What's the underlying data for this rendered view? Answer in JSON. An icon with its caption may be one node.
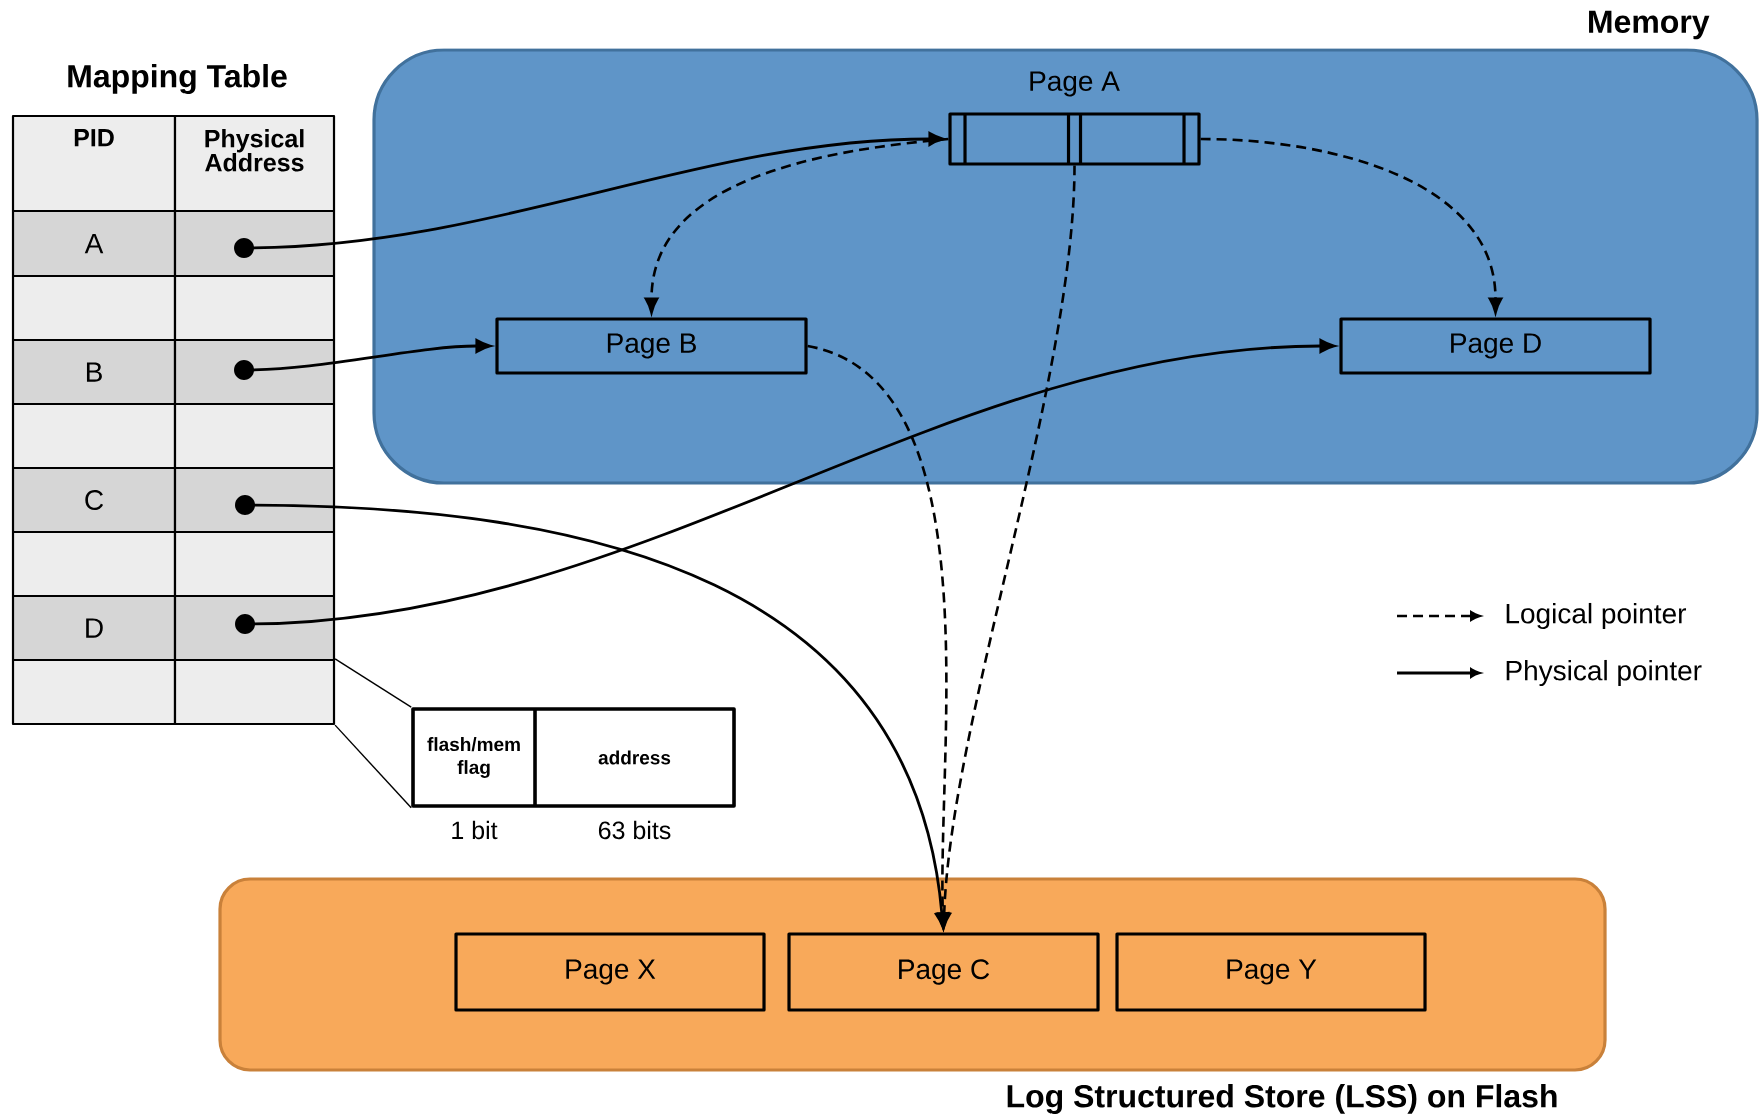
{
  "diagram": {
    "nodes": [
      {
        "text": [
          "Memory"
        ]
      },
      {
        "text": [
          "Page A"
        ],
        "in": 0
      },
      {
        "text": [
          "Page B"
        ],
        "in": 0
      },
      {
        "text": [
          "Page D"
        ],
        "in": 0
      },
      {
        "text": [
          "Log Structured Store (LSS) on Flash"
        ]
      },
      {
        "text": [
          "Page X"
        ],
        "in": 4
      },
      {
        "text": [
          "Page C"
        ],
        "in": 4
      },
      {
        "text": [
          "Page Y"
        ],
        "in": 4
      },
      {
        "text": [],
        "shape": "circle"
      },
      {
        "text": [],
        "shape": "circle"
      },
      {
        "text": [],
        "shape": "circle"
      },
      {
        "text": [],
        "shape": "circle"
      },
      {
        "text": [
          "flash/mem flag",
          "address"
        ],
        "beside": [
          "1 bit",
          "63 bits"
        ]
      },
      {
        "text": [],
        "shape": "box"
      }
    ],
    "edges": [
      {
        "from": 8,
        "to": 1,
        "arrow": "to"
      },
      {
        "from": 9,
        "to": 2,
        "arrow": "to"
      },
      {
        "from": 10,
        "to": 6,
        "arrow": "to"
      },
      {
        "from": 11,
        "to": 3,
        "arrow": "to"
      },
      {
        "from": 1,
        "to": 2,
        "arrow": "to",
        "style": "dashed"
      },
      {
        "from": 1,
        "to": 3,
        "arrow": "to",
        "style": "dashed"
      },
      {
        "from": 1,
        "to": 6,
        "arrow": "to",
        "style": "dashed"
      },
      {
        "from": 2,
        "to": 6,
        "arrow": "to",
        "style": "dashed"
      },
      {
        "from": 13,
        "to": 12,
        "arrow": "none"
      },
      {
        "from": 13,
        "to": 12,
        "arrow": "none"
      }
    ],
    "labels": [
      "Mapping Table",
      "PID",
      "Physical Address",
      "A",
      "B",
      "C",
      "D"
    ],
    "legend": [
      {
        "text": "Logical pointer"
      },
      {
        "text": "Physical pointer"
      }
    ]
  }
}
